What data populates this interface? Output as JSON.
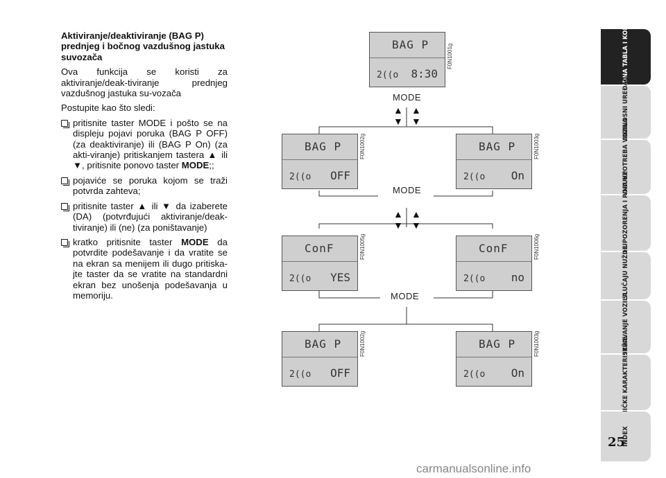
{
  "heading": "Aktiviranje/deaktiviranje (BAG P) prednjeg i bočnog vazdušnog jastuka suvozača",
  "intro": "Ova funkcija se koristi za aktiviranje/deak-tiviranje prednjeg vazdušnog jastuka su-vozača",
  "steps_intro": "Postupite kao što sledi:",
  "bullets": [
    {
      "pre": "pritisnite taster MODE i pošto se na displeju pojavi poruka (BAG P OFF) (za deaktiviranje) ili (BAG P On) (za akti-viranje) pritiskanjem tastera ▲ ili ▼, pritisnite ponovo taster ",
      "bold": "MODE",
      "post": ";;"
    },
    {
      "pre": "pojaviće se poruka kojom se traži potvrda zahteva;",
      "bold": "",
      "post": ""
    },
    {
      "pre": "pritisnite taster ▲ ili ▼ da izaberete (DA) (potvrđujući aktiviranje/deak-tiviranje) ili (ne) (za poništavanje)",
      "bold": "",
      "post": ""
    },
    {
      "pre": "kratko pritisnite taster ",
      "bold": "MODE",
      "post": " da potvrdite podešavanje i da vratite se na ekran sa menijem ili dugo pritiska-jte taster da se vratite na standardni ekran bez unošenja podešavanja u memoriju."
    }
  ],
  "diagram": {
    "mode_label": "MODE",
    "arrow_up": "▲",
    "arrow_down": "▼",
    "airbag_symbol": "2((o",
    "displays": [
      {
        "line1": "BAG P",
        "line2": "8:30",
        "code": "F0N1001g"
      },
      {
        "line1": "BAG P",
        "line2": "OFF",
        "code": "F0N1002g"
      },
      {
        "line1": "BAG P",
        "line2": "On",
        "code": "F0N1003g"
      },
      {
        "line1": "ConF",
        "line2": "YES",
        "code": "F0N1005g"
      },
      {
        "line1": "ConF",
        "line2": "no",
        "code": "F0N1006g"
      },
      {
        "line1": "BAG P",
        "line2": "OFF",
        "code": "F0N1002g"
      },
      {
        "line1": "BAG P",
        "line2": "On",
        "code": "F0N1003g"
      }
    ]
  },
  "tabs": [
    {
      "label": "KOMANDNA TABLA I KOMANDE",
      "active": true
    },
    {
      "label": "SIGURNOSNI UREĐAJI",
      "active": false
    },
    {
      "label": "ISPRAVNA UPOTREBA VOZILA",
      "active": false
    },
    {
      "label": "SVETLA UPOZORENJA I PORUKE",
      "active": false
    },
    {
      "label": "U SLUČAJU NUŽDE",
      "active": false
    },
    {
      "label": "ODRŽAVANJE VOZILA",
      "active": false
    },
    {
      "label": "TEHNIČKE KARAKTERISTIKE",
      "active": false
    },
    {
      "label": "INDEX",
      "active": false
    }
  ],
  "page_number": "25",
  "watermark": "carmanualsonline.info"
}
